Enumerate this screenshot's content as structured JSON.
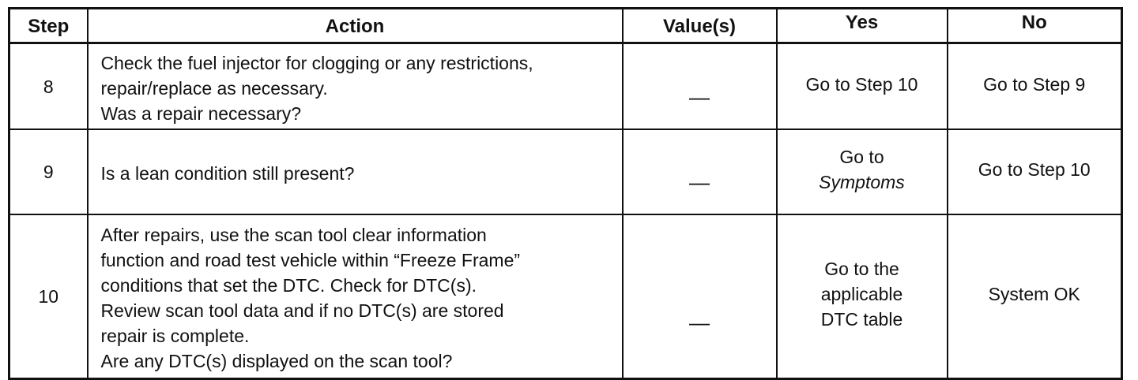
{
  "headers": {
    "step": "Step",
    "action": "Action",
    "values": "Value(s)",
    "yes": "Yes",
    "no": "No"
  },
  "rows": [
    {
      "step": "8",
      "action": [
        "Check the fuel injector for clogging or any restrictions,",
        "repair/replace as necessary.",
        "Was a repair necessary?"
      ],
      "value": "—",
      "yes": [
        "Go to Step 10"
      ],
      "no": [
        "Go to Step 9"
      ]
    },
    {
      "step": "9",
      "action": [
        "Is a lean condition still present?"
      ],
      "value": "—",
      "yes": [
        "Go to",
        "Symptoms"
      ],
      "no": [
        "Go to Step 10"
      ]
    },
    {
      "step": "10",
      "action": [
        "After repairs, use the scan tool clear information",
        "function and road test vehicle within “Freeze Frame”",
        "conditions that set the DTC. Check for DTC(s).",
        "Review scan tool data and if no DTC(s) are stored",
        "repair is complete.",
        "Are any DTC(s) displayed on the scan tool?"
      ],
      "value": "—",
      "yes": [
        "Go to the",
        "applicable",
        "DTC table"
      ],
      "no": [
        "System OK"
      ]
    }
  ]
}
